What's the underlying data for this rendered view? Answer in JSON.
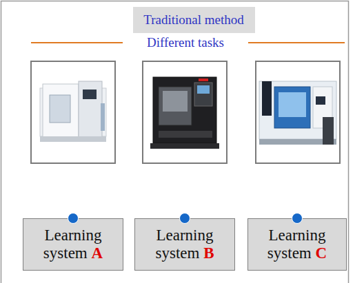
{
  "diagram": {
    "nodes": [
      {
        "text": [
          "Traditional method"
        ]
      },
      {
        "text": [
          "Learning system",
          "A"
        ]
      },
      {
        "text": [
          "Learning system",
          "B"
        ]
      },
      {
        "text": [
          "Learning system",
          "C"
        ]
      }
    ],
    "labels": [
      "Different tasks"
    ]
  }
}
